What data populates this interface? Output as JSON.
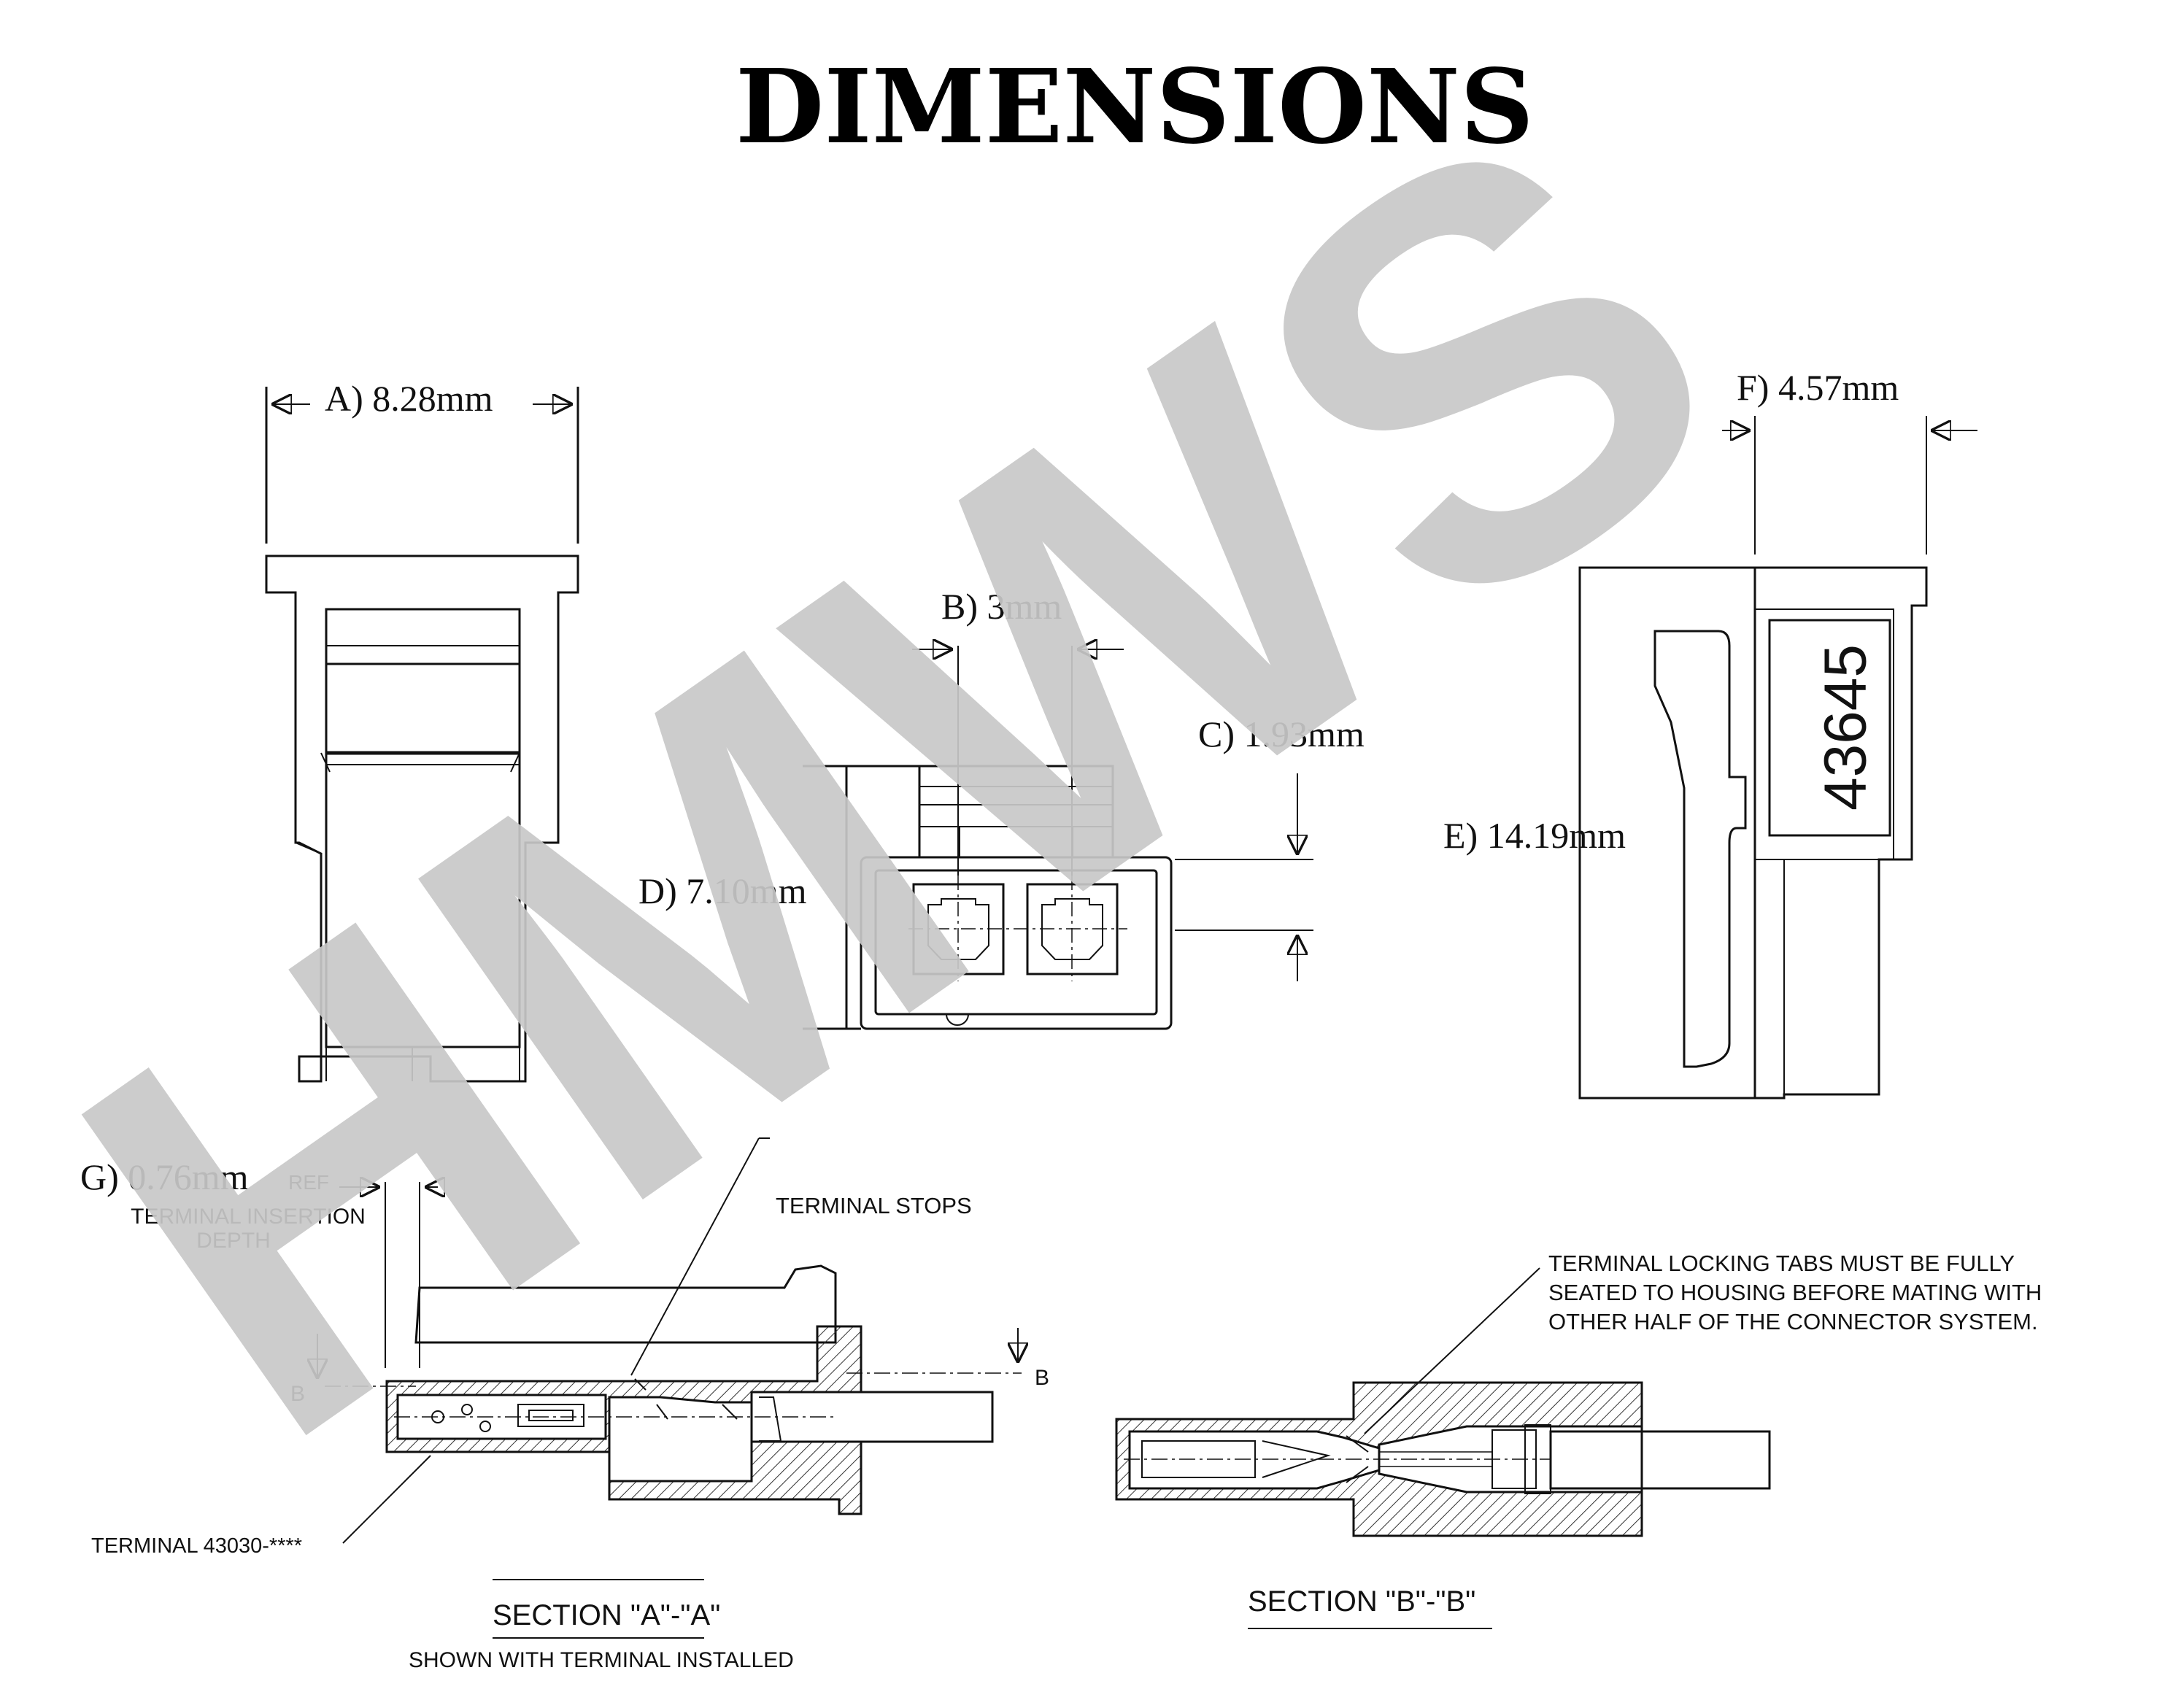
{
  "title": "DIMENSIONS",
  "watermark": "HMWS",
  "watermark_color": "#c8c8c8",
  "part_number": "43645",
  "dimensions": {
    "a": "A) 8.28mm",
    "b": "B) 3mm",
    "c": "C) 1.93mm",
    "d": "D) 7.10mm",
    "e": "E) 14.19mm",
    "f": "F) 4.57mm",
    "g": "G) 0.76mm",
    "g_ref": "REF"
  },
  "notes": {
    "insertion_depth_line1": "TERMINAL INSERTION",
    "insertion_depth_line2": "DEPTH",
    "terminal_stops": "TERMINAL STOPS",
    "locking_tabs_line1": "TERMINAL LOCKING TABS MUST BE FULLY",
    "locking_tabs_line2": "SEATED TO HOUSING BEFORE MATING WITH",
    "locking_tabs_line3": "OTHER HALF OF THE CONNECTOR SYSTEM.",
    "terminal_part": "TERMINAL 43030-****",
    "section_marker": "B"
  },
  "sections": {
    "aa_title": "SECTION \"A\"-\"A\"",
    "aa_subtitle": "SHOWN WITH TERMINAL INSTALLED",
    "bb_title": "SECTION \"B\"-\"B\""
  }
}
